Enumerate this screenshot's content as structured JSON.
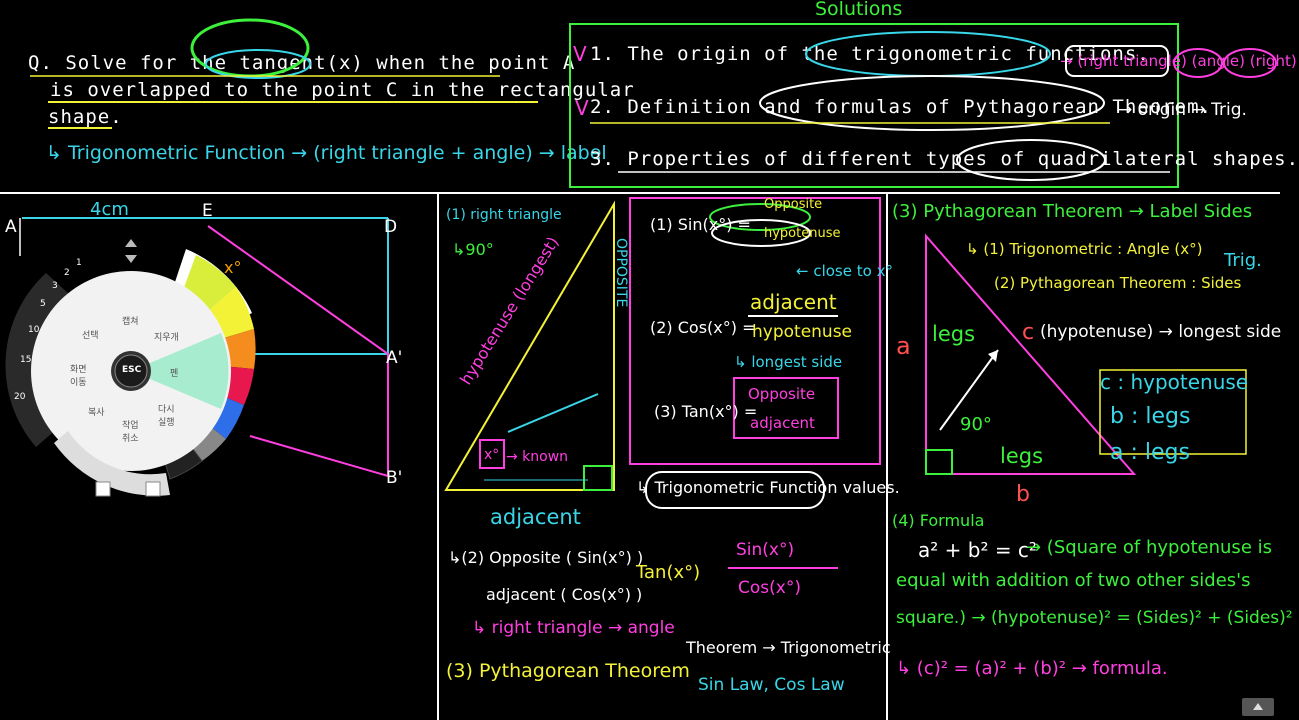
{
  "question": {
    "line1": "Q. Solve for the tangent(x) when the point A",
    "line2": "is overlapped to the point C in the rectangular",
    "line3": "shape.",
    "note": "↳ Trigonometric Function → (right triangle + angle) → label"
  },
  "solutions": {
    "title": "Solutions",
    "items": [
      "1. The origin of the trigonometric functions.",
      "2. Definition and formulas of Pythagorean Theorem.",
      "3. Properties of different types of quadrilateral shapes."
    ],
    "check_marks": [
      "V",
      "V"
    ],
    "annotation1": "→ (right triangle) (angle) (right)",
    "annotation2": "→ origin → Trig."
  },
  "figure": {
    "label_A": "A",
    "label_D": "D",
    "label_E": "E",
    "label_A_prime": "A'",
    "label_B_prime": "B'",
    "dimension": "4cm",
    "angle": "x°"
  },
  "wheel": {
    "esc": "ESC",
    "items": [
      "선택",
      "캡쳐",
      "지우개",
      "화면\n이동",
      "펜",
      "복사",
      "작업\n취소",
      "다시\n실행"
    ],
    "sizes": [
      "1",
      "2",
      "3",
      "5",
      "10",
      "15",
      "20"
    ]
  },
  "panel2": {
    "title": "(1) right triangle",
    "angle90": "↳90°",
    "hyp_label": "hypotenuse (longest)",
    "opp_label": "OPPOSITE",
    "adj_label": "adjacent",
    "angle_label": "x°",
    "known": "→ known",
    "sin_lhs": "(1) Sin(x°) =",
    "sin_num": "Opposite",
    "sin_den": "hypotenuse",
    "close_to": "← close to x°",
    "cos_lhs": "(2) Cos(x°) =",
    "cos_num": "adjacent",
    "cos_den": "hypotenuse",
    "longest": "↳ longest side",
    "tan_lhs": "(3) Tan(x°) =",
    "tan_num": "Opposite",
    "tan_den": "adjacent",
    "values_title": "↳ Trigonometric Function values.",
    "ratio_line1": "↳(2) Opposite ( Sin(x°) )",
    "ratio_line2": "adjacent ( Cos(x°) )",
    "tan_eq": "Tan(x°)",
    "frac_num": "Sin(x°)",
    "frac_den": "Cos(x°)",
    "rt_angle": "↳ right triangle → angle",
    "pyth": "(3) Pythagorean Theorem",
    "theorem": "Theorem → Trigonometric",
    "laws": "Sin Law, Cos Law"
  },
  "panel3": {
    "title": "(3) Pythagorean Theorem → Label Sides",
    "trig1": "↳ (1) Trigonometric : Angle (x°)",
    "trig2": "(2) Pythagorean Theorem : Sides",
    "trig_tag": "Trig.",
    "side_a": "a",
    "side_b": "b",
    "side_c": "c",
    "legs1": "legs",
    "legs2": "legs",
    "angle90": "90°",
    "hyp_note": "(hypotenuse) → longest side",
    "c_def": "c : hypotenuse",
    "b_def": "b : legs",
    "a_def": "a : legs",
    "formula_title": "(4) Formula",
    "formula": "a² + b² = c²",
    "desc1": "→ (Square of hypotenuse is",
    "desc2": "equal with addition of two other sides's",
    "desc3": "square.) → (hypotenuse)² = (Sides)² + (Sides)²",
    "final": "↳ (c)² = (a)² + (b)² → formula."
  }
}
